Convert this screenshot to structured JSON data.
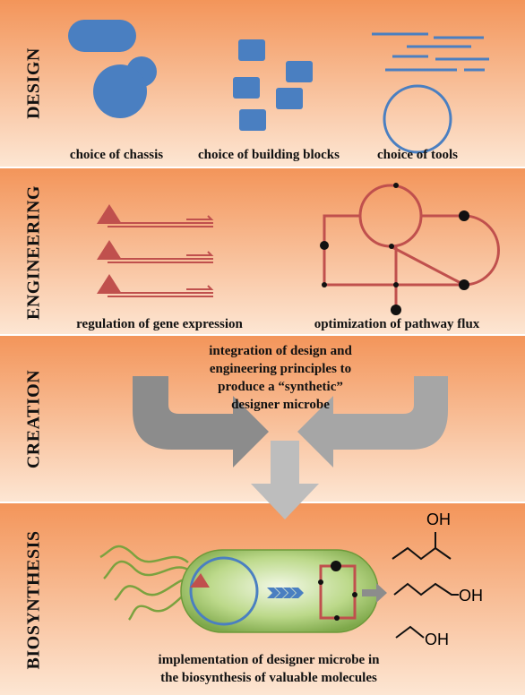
{
  "sections": {
    "design": "DESIGN",
    "engineering": "ENGINEERING",
    "creation": "CREATION",
    "biosynthesis": "BIOSYNTHESIS"
  },
  "design": {
    "chassis": "choice of chassis",
    "blocks": "choice of building blocks",
    "tools": "choice of tools"
  },
  "engineering": {
    "regulation": "regulation of gene expression",
    "optimization": "optimization of pathway flux"
  },
  "creation": {
    "line1": "integration of design and",
    "line2": "engineering principles to",
    "line3": "produce a “synthetic”",
    "line4": "designer microbe"
  },
  "biosynthesis": {
    "line1": "implementation of designer microbe in",
    "line2": "the biosynthesis of valuable molecules",
    "oh1": "OH",
    "oh2": "OH",
    "oh3": "OH"
  },
  "colors": {
    "band": "#f3955a",
    "blue": "#4a7fc1",
    "red": "#c0504d",
    "gray_arrow": "#8c8c8c",
    "cell_green": "#8db54a"
  }
}
